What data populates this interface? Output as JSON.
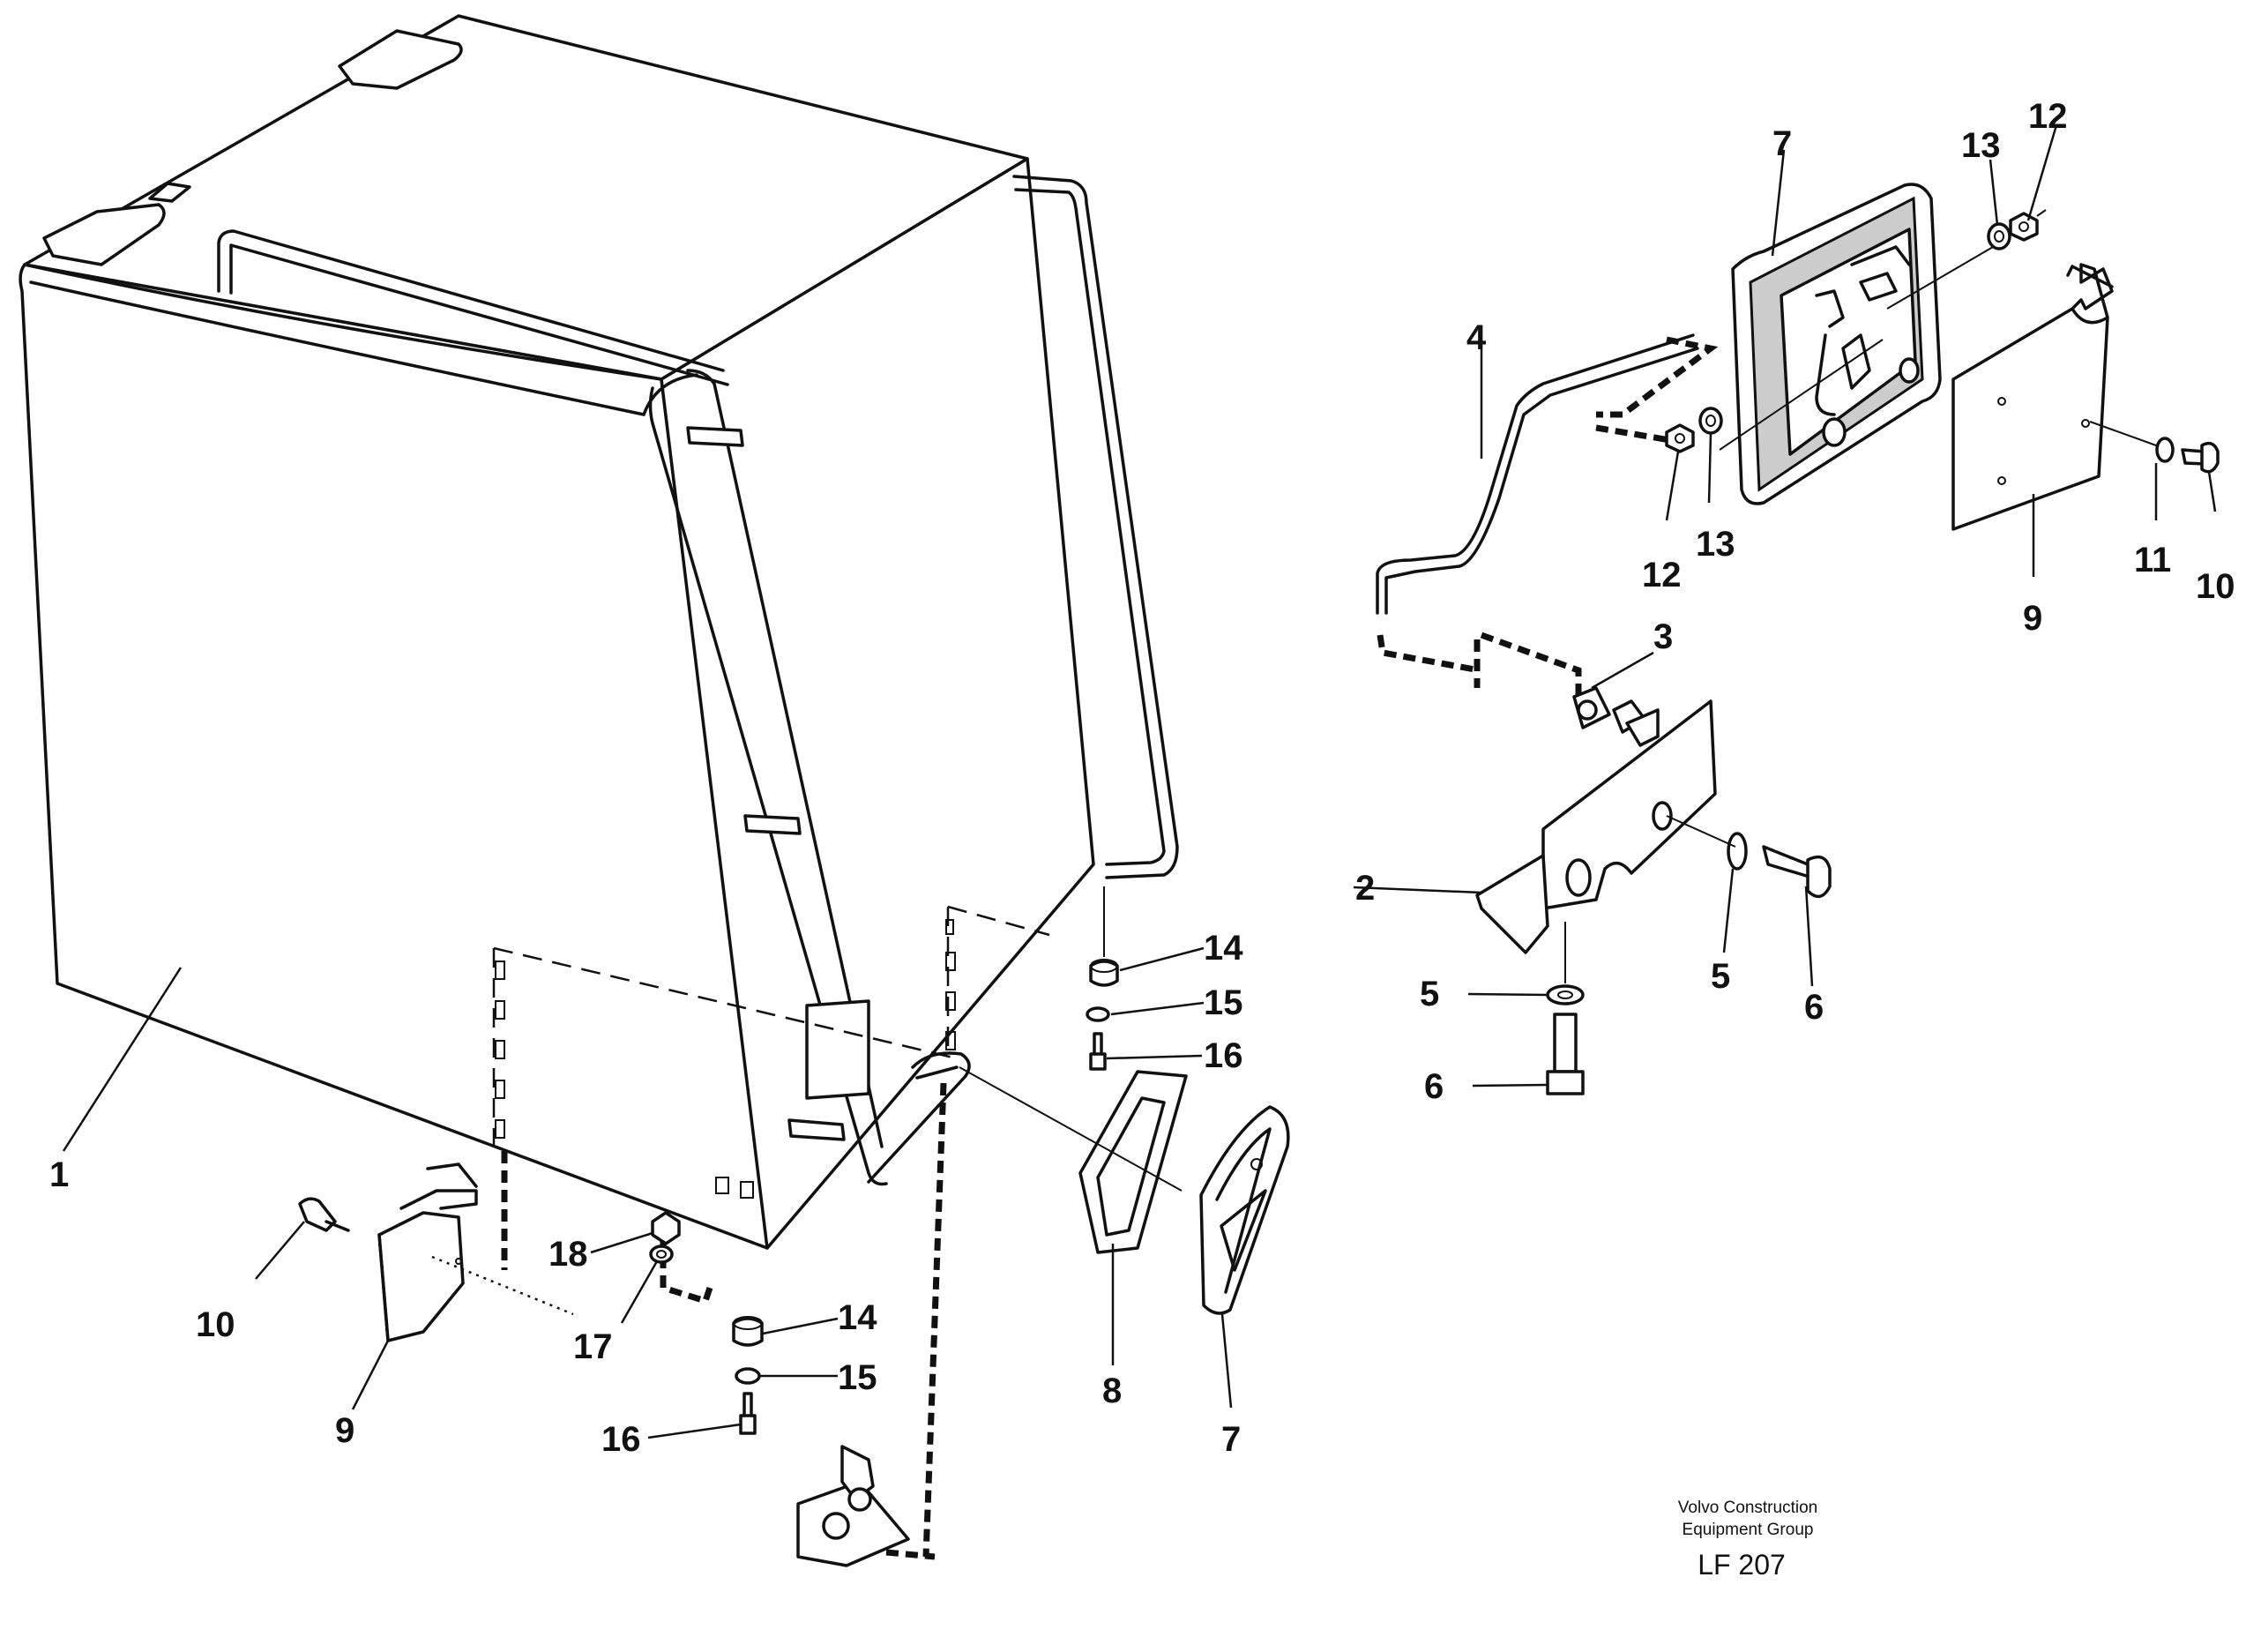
{
  "diagram": {
    "callouts": {
      "c1": "1",
      "c2": "2",
      "c3": "3",
      "c4": "4",
      "c5a": "5",
      "c5b": "5",
      "c6a": "6",
      "c6b": "6",
      "c7a": "7",
      "c7b": "7",
      "c8": "8",
      "c9a": "9",
      "c9b": "9",
      "c10a": "10",
      "c10b": "10",
      "c11": "11",
      "c12a": "12",
      "c12b": "12",
      "c13a": "13",
      "c13b": "13",
      "c14a": "14",
      "c14b": "14",
      "c15a": "15",
      "c15b": "15",
      "c16a": "16",
      "c16b": "16",
      "c17": "17",
      "c18": "18"
    },
    "credit": {
      "line1": "Volvo Construction",
      "line2": "Equipment Group",
      "reference": "LF 207"
    }
  }
}
